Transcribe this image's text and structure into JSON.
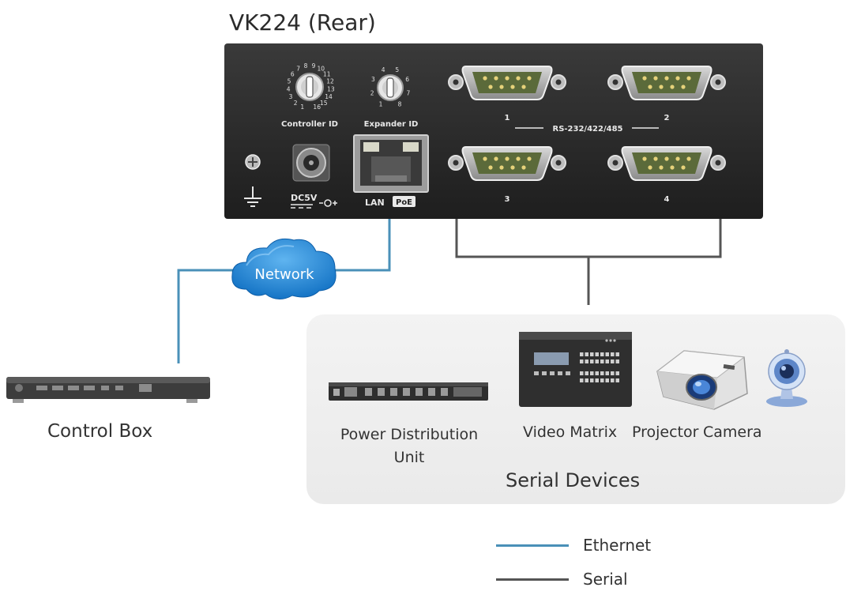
{
  "title": "VK224 (Rear)",
  "panel": {
    "controller_id_label": "Controller ID",
    "expander_id_label": "Expander ID",
    "controller_dial_numbers": [
      "1",
      "2",
      "3",
      "4",
      "5",
      "6",
      "7",
      "8",
      "9",
      "10",
      "11",
      "12",
      "13",
      "14",
      "15",
      "16"
    ],
    "expander_dial_numbers": [
      "1",
      "2",
      "3",
      "4",
      "5",
      "6",
      "7",
      "8"
    ],
    "dc_label": "DC5V",
    "lan_label": "LAN",
    "poe_label": "PoE",
    "serial_group_label": "RS-232/422/485",
    "ports": [
      "1",
      "2",
      "3",
      "4"
    ]
  },
  "network_label": "Network",
  "control_box_label": "Control Box",
  "serial_devices": {
    "group_label": "Serial Devices",
    "devices": [
      "Power Distribution Unit",
      "Video Matrix",
      "Projector",
      "Camera"
    ]
  },
  "legend": [
    {
      "label": "Ethernet",
      "color": "#4a90b8"
    },
    {
      "label": "Serial",
      "color": "#555555"
    }
  ],
  "colors": {
    "ethernet": "#4a90b8",
    "serial": "#555555",
    "panel": "#2a2a2a",
    "cloud": "#1e88d6"
  },
  "icons": {
    "ground": "ground-icon",
    "power_jack": "dc-power-jack-icon",
    "lan": "rj45-port-icon",
    "serial": "db9-connector-icon",
    "cloud": "network-cloud-icon"
  }
}
